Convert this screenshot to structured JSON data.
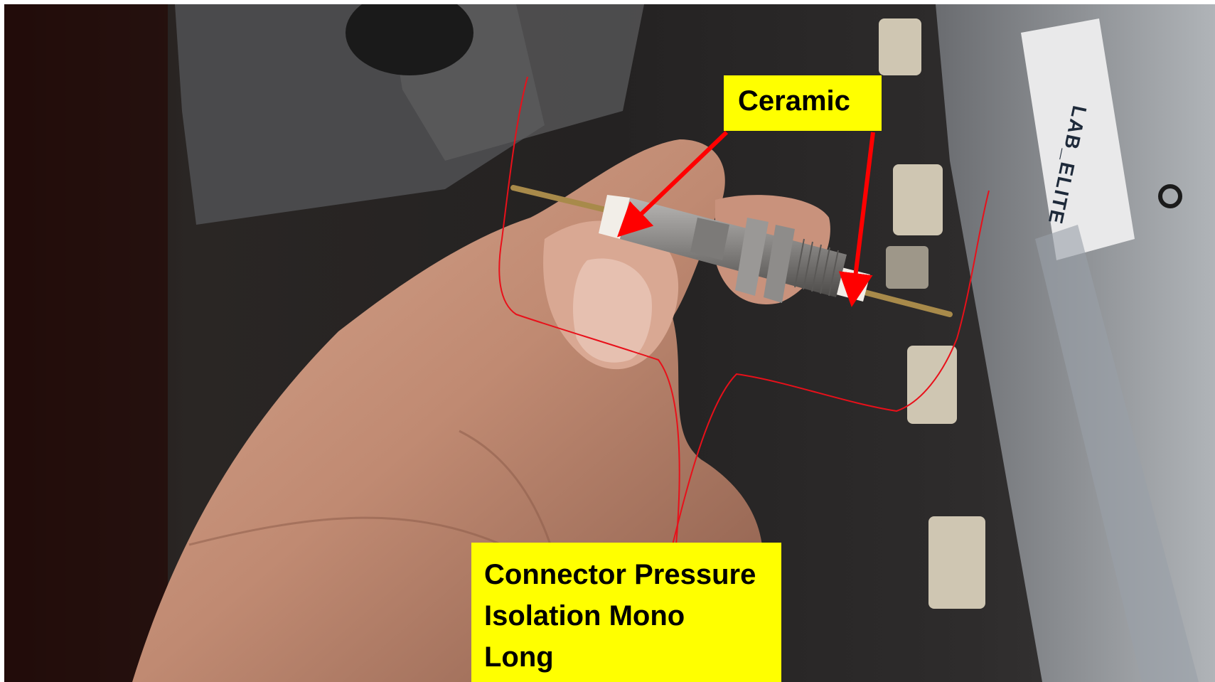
{
  "callouts": {
    "ceramic": "Ceramic",
    "connector": "Connector Pressure\nIsolation Mono\nLong"
  },
  "equipment": {
    "label": "LAB_ELITE"
  },
  "colors": {
    "callout_bg": "#ffff00",
    "arrow": "#ff0000",
    "outline": "#e8101a",
    "background_dark": "#1c1a1c",
    "skin": "#c48f76",
    "metal": "#8c8a88",
    "ceramic": "#f2eee8",
    "brass_pin": "#a88a4a"
  },
  "icons": [
    "arrow-icon",
    "arrow-icon"
  ]
}
